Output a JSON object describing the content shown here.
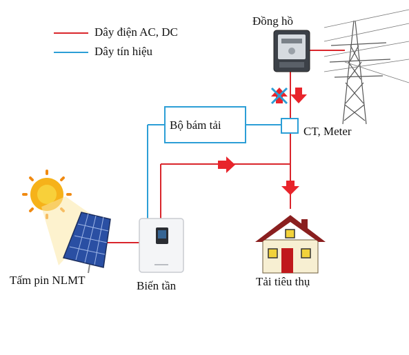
{
  "legend": {
    "power_label": "Dây điện AC, DC",
    "signal_label": "Dây tín hiệu"
  },
  "colors": {
    "power": "#d9252b",
    "signal": "#2b9ed6",
    "arrow": "#e8242b",
    "sun": "#f4a51c",
    "panel": "#2a4fa3",
    "house_roof": "#8a1f1f",
    "house_door": "#c0191c",
    "house_window": "#f2d23a"
  },
  "labels": {
    "meter": "Đồng hồ",
    "tracker": "Bộ bám tải",
    "ct_meter": "CT, Meter",
    "solar_panel": "Tấm pin NLMT",
    "inverter": "Biến tần",
    "load": "Tải tiêu thụ"
  },
  "icons": {
    "sun": "sun-icon",
    "solar_panel": "solar-panel-icon",
    "inverter": "inverter-icon",
    "house": "house-icon",
    "meter": "electric-meter-icon",
    "tower": "power-tower-icon",
    "crossed_arrow": "blocked-arrow-icon",
    "arrow": "flow-arrow-icon"
  }
}
